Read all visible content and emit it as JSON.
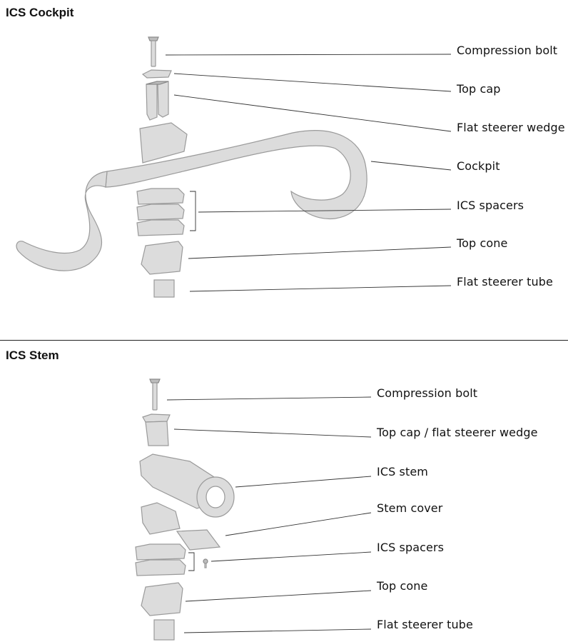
{
  "sections": [
    {
      "title": "ICS Cockpit",
      "labels": [
        "Compression bolt",
        "Top cap",
        "Flat steerer wedge",
        "Cockpit",
        "ICS spacers",
        "Top cone",
        "Flat steerer tube"
      ]
    },
    {
      "title": "ICS Stem",
      "labels": [
        "Compression bolt",
        "Top cap / flat steerer wedge",
        "ICS stem",
        "Stem cover",
        "ICS spacers",
        "Top cone",
        "Flat steerer tube"
      ]
    }
  ]
}
